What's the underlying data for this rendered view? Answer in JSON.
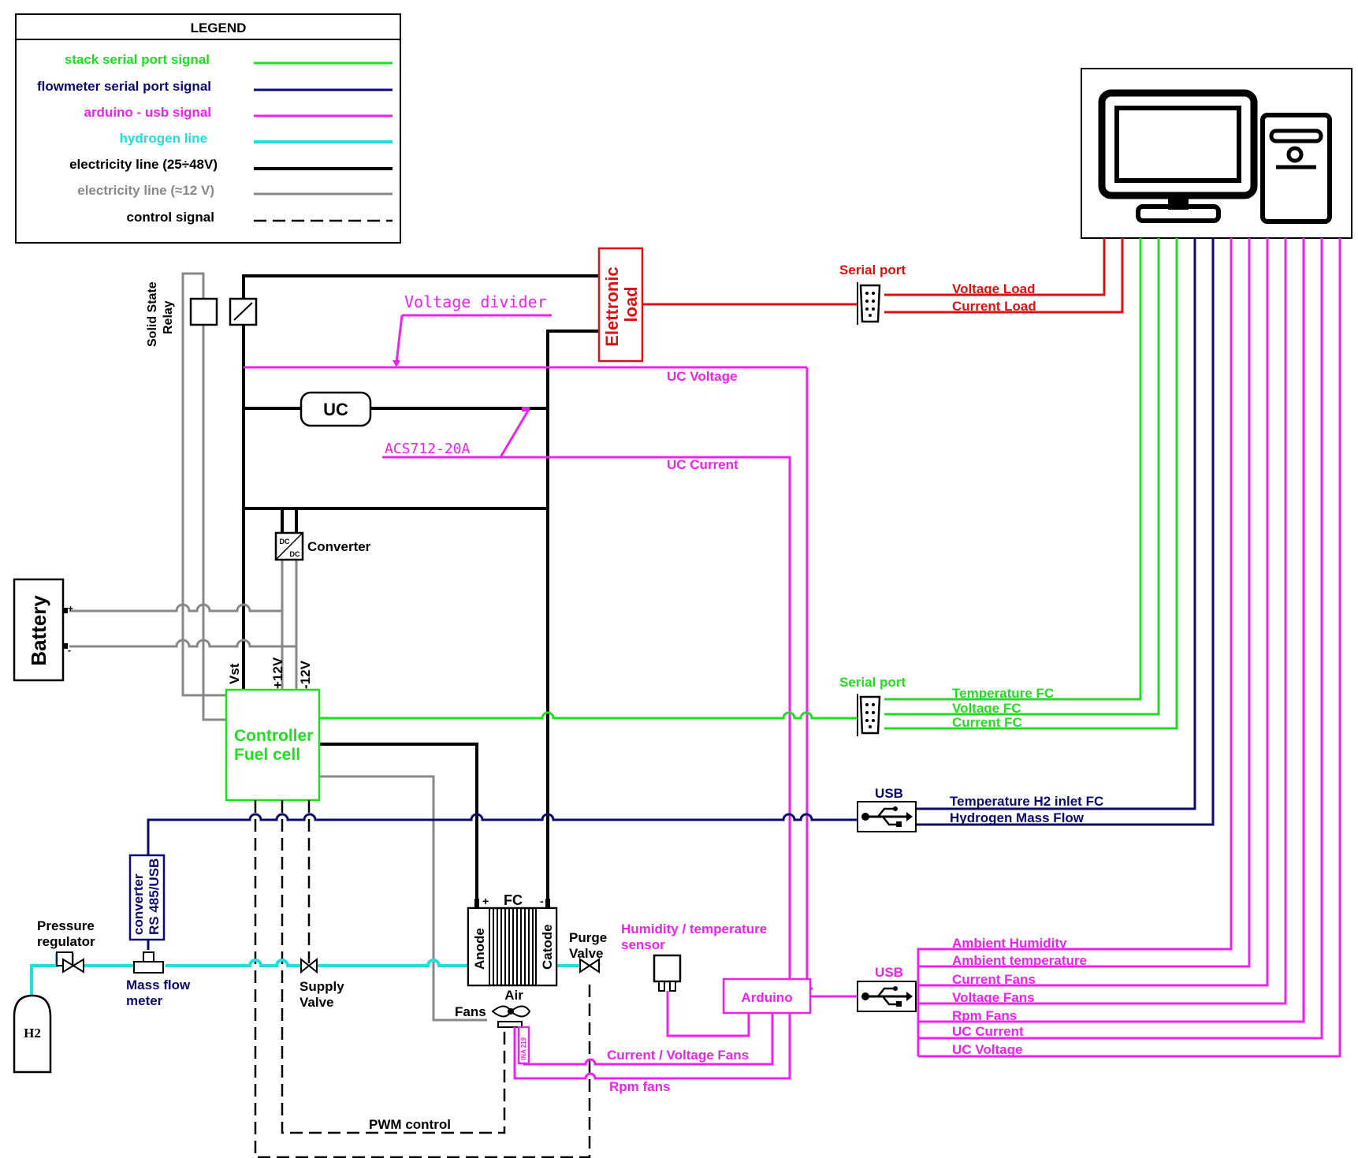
{
  "legend": {
    "title": "LEGEND",
    "items": [
      {
        "label": "stack serial port signal",
        "color": "#22dd22"
      },
      {
        "label": "flowmeter serial port signal",
        "color": "#0a0a6e"
      },
      {
        "label": "arduino - usb signal",
        "color": "#ee22ee"
      },
      {
        "label": "hydrogen line",
        "color": "#22dddd"
      },
      {
        "label": "electricity line (25÷48V)",
        "color": "#000000"
      },
      {
        "label": "electricity line (≈12 V)",
        "color": "#888888"
      },
      {
        "label": "control signal",
        "color": "#000000"
      }
    ]
  },
  "components": {
    "relay": "Solid State\nRelay",
    "electronic_load": "Elettronic\nload",
    "uc": "UC",
    "acs": "ACS712-20A",
    "voltage_divider": "Voltage divider",
    "converter": "Converter",
    "dc_top": "DC",
    "dc_bottom": "DC",
    "battery": "Battery",
    "battery_plus": "+",
    "battery_minus": "-",
    "vst": "Vst",
    "plus12": "+12V",
    "minus12": "-12V",
    "controller": "Controller\nFuel cell",
    "rs485": "converter\nRS 485/USB",
    "pressure_regulator": "Pressure\nregulator",
    "mass_flow": "Mass flow\nmeter",
    "h2": "H2",
    "supply_valve": "Supply\nValve",
    "fc": "FC",
    "fc_plus": "+",
    "fc_minus": "-",
    "anode": "Anode",
    "catode": "Catode",
    "purge_valve": "Purge\nValve",
    "air": "Air",
    "fans": "Fans",
    "ina": "INA 219",
    "humidity_sensor": "Humidity / temperature\nsensor",
    "arduino": "Arduino",
    "pwm": "PWM control",
    "current_voltage_fans": "Current / Voltage Fans",
    "rpm_fans_bottom": "Rpm fans",
    "uc_voltage": "UC Voltage",
    "uc_current": "UC Current"
  },
  "ports": {
    "serial_top": "Serial port",
    "serial_mid": "Serial port",
    "usb_mid": "USB",
    "usb_bottom": "USB"
  },
  "signals": {
    "voltage_load": "Voltage Load",
    "current_load": "Current Load",
    "temperature_fc": "Temperature FC",
    "voltage_fc": "Voltage FC",
    "current_fc": "Current FC",
    "temp_h2": "Temperature H2 inlet FC",
    "h2_flow": "Hydrogen Mass Flow",
    "ambient_humidity": "Ambient Humidity",
    "ambient_temperature": "Ambient temperature",
    "current_fans": "Current  Fans",
    "voltage_fans": "Voltage  Fans",
    "rpm_fans": "Rpm  Fans",
    "uc_current": "UC Current",
    "uc_voltage": "UC Voltage"
  }
}
